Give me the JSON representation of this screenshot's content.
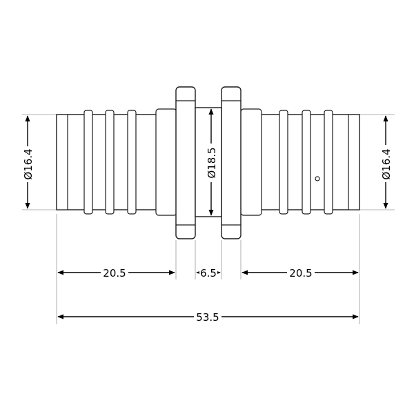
{
  "diagram": {
    "labels": {
      "diameter_left": "Ø16.4",
      "diameter_center": "Ø18.5",
      "diameter_right": "Ø16.4",
      "length_left": "20.5",
      "length_center": "6.5",
      "length_right": "20.5",
      "length_total": "53.5"
    },
    "colors": {
      "outline": "#1a1a1a",
      "dimension": "#000000",
      "extension": "#9a9a9a"
    }
  }
}
